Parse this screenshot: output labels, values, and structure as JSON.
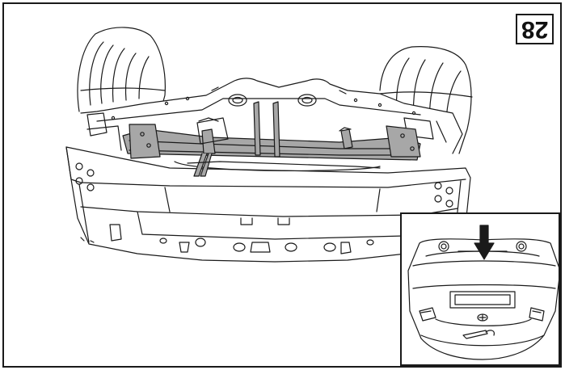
{
  "figure": {
    "step_number": "28",
    "main_view": "bumper-crossmember-installation",
    "inset_view": "rear-bumper-detail"
  },
  "colors": {
    "line": "#1a1a1a",
    "crossmember_fill": "#a7a7a7",
    "background": "#ffffff"
  }
}
